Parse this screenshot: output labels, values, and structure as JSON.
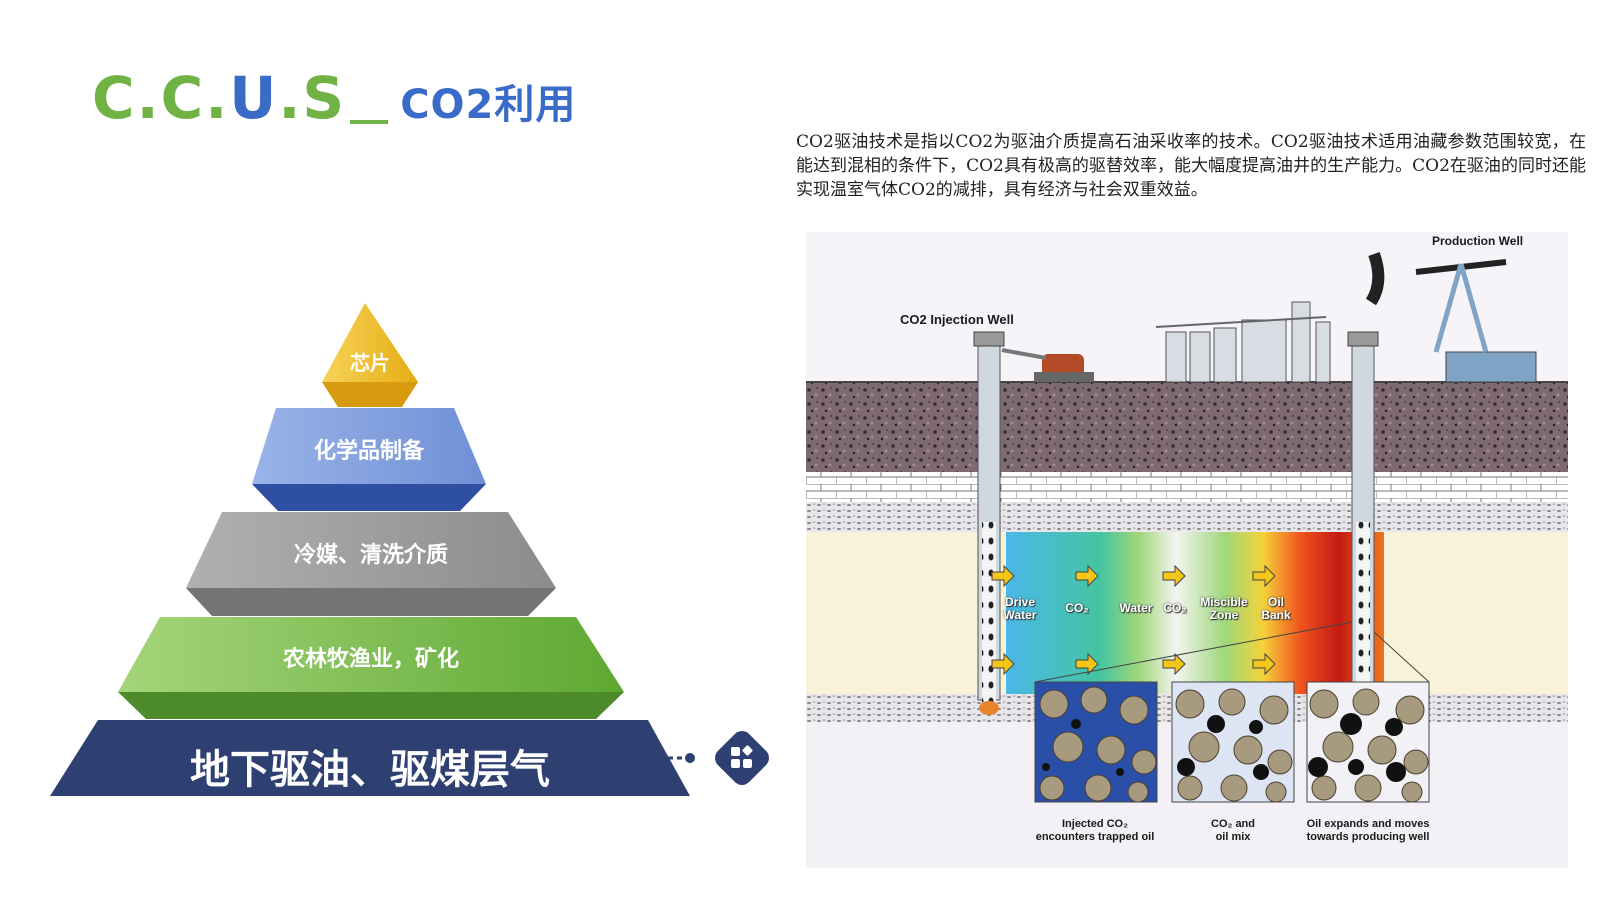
{
  "title": {
    "letters": [
      "C",
      ".",
      "C",
      ".",
      "U",
      ".",
      "S"
    ],
    "subtitle": "CO2利用"
  },
  "description": "CO2驱油技术是指以CO2为驱油介质提高石油采收率的技术。CO2驱油技术适用油藏参数范围较宽，在能达到混相的条件下，CO2具有极高的驱替效率，能大幅度提高油井的生产能力。CO2在驱油的同时还能实现温室气体CO2的减排，具有经济与社会双重效益。",
  "pyramid": {
    "levels": [
      {
        "label": "芯片",
        "color": "#f2c234"
      },
      {
        "label": "化学品制备",
        "color": "#7f9fdc"
      },
      {
        "label": "冷媒、清洗介质",
        "color": "#9a9a9a"
      },
      {
        "label": "农林牧渔业，矿化",
        "color": "#71b344"
      },
      {
        "label": "地下驱油、驱煤层气",
        "color": "#2e3f72"
      }
    ],
    "highlight_icon": "apps-icon"
  },
  "diagram": {
    "injection_well_label": "CO2 Injection Well",
    "production_well_label": "Production Well",
    "zones": {
      "drive_water": "Drive\nWater",
      "co2_a": "CO₂",
      "water": "Water",
      "co2_b": "CO₂",
      "miscible": "Miscible\nZone",
      "oil_bank": "Oil\nBank"
    },
    "captions": {
      "panel1": "Injected CO₂\nencounters trapped oil",
      "panel2": "CO₂ and\noil mix",
      "panel3": "Oil expands and moves\ntowards producing well"
    }
  }
}
